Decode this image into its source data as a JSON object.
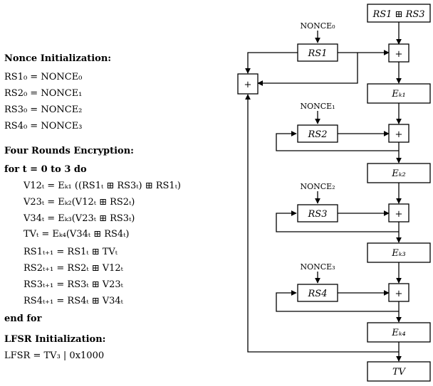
{
  "algorithm": {
    "nonce_heading": "Nonce Initialization:",
    "nonce_lines": [
      "RS1₀ = NONCE₀",
      "RS2₀ = NONCE₁",
      "RS3₀ = NONCE₂",
      "RS4₀ = NONCE₃"
    ],
    "rounds_heading": "Four Rounds Encryption:",
    "loop_start": "for t = 0 to 3 do",
    "loop_body_a": [
      "V12ₜ = Eₖ₁ ((RS1ₜ ⊞ RS3ₜ) ⊞ RS1ₜ)",
      "V23ₜ = Eₖ₂(V12ₜ ⊞ RS2ₜ)",
      "V34ₜ = Eₖ₃(V23ₜ ⊞ RS3ₜ)",
      "TVₜ = Eₖ₄(V34ₜ ⊞ RS4ₜ)"
    ],
    "loop_body_b": [
      "RS1ₜ₊₁ = RS1ₜ ⊞ TVₜ",
      "RS2ₜ₊₁ = RS2ₜ ⊞ V12ₜ",
      "RS3ₜ₊₁ = RS3ₜ ⊞ V23ₜ",
      "RS4ₜ₊₁ = RS4ₜ ⊞ V34ₜ"
    ],
    "loop_end": "end for",
    "lfsr_heading": "LFSR Initialization:",
    "lfsr_line": "LFSR = TV₃ | 0x1000"
  },
  "diagram": {
    "top_box": "RS1 ⊞ RS3",
    "plus": "+",
    "nonces": [
      "NONCE₀",
      "NONCE₁",
      "NONCE₂",
      "NONCE₃"
    ],
    "registers": [
      "RS1",
      "RS2",
      "RS3",
      "RS4"
    ],
    "encryptors": [
      "Eₖ₁",
      "Eₖ₂",
      "Eₖ₃",
      "Eₖ₄"
    ],
    "output_box": "TV"
  }
}
